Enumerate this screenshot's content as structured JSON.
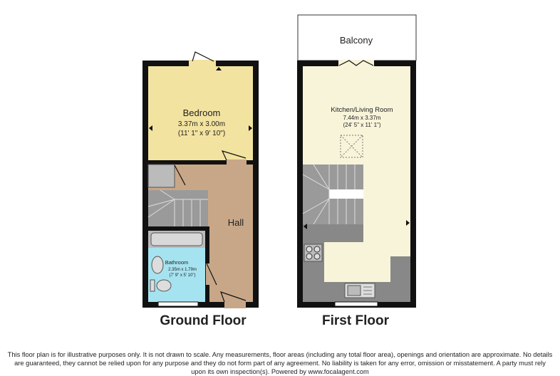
{
  "ground_floor": {
    "title": "Ground Floor",
    "rooms": {
      "bedroom": {
        "name": "Bedroom",
        "metric": "3.37m x 3.00m",
        "imperial": "(11' 1\" x 9' 10\")"
      },
      "hall": {
        "name": "Hall"
      },
      "bathroom": {
        "name": "Bathroom",
        "metric": "2.35m x 1.79m",
        "imperial": "(7' 9\" x 5' 10\")"
      }
    }
  },
  "first_floor": {
    "title": "First Floor",
    "rooms": {
      "balcony": {
        "name": "Balcony"
      },
      "kitchen_living": {
        "name": "Kitchen/Living Room",
        "metric": "7.44m x 3.37m",
        "imperial": "(24' 5\" x 11' 1\")"
      }
    }
  },
  "colors": {
    "bedroom": "#f3e3a0",
    "hall": "#c8a788",
    "bathroom": "#a6e3f0",
    "living": "#f8f4da",
    "wall": "#111111",
    "fixture": "#888888"
  },
  "disclaimer": "This floor plan is for illustrative purposes only. It is not drawn to scale. Any measurements, floor areas (including any total floor area), openings and orientation are approximate. No details are guaranteed, they cannot be relied upon for any purpose and they do not form part of any agreement. No liability is taken for any error, omission or misstatement. A party must rely upon its own inspection(s). Powered by www.focalagent.com"
}
